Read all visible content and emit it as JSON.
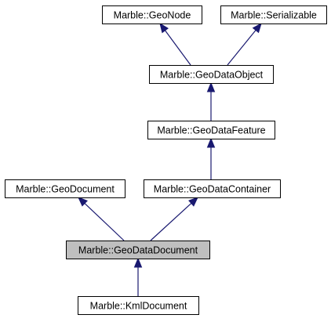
{
  "diagram": {
    "nodes": [
      {
        "id": "geonode",
        "label": "Marble::GeoNode",
        "highlighted": false
      },
      {
        "id": "serializable",
        "label": "Marble::Serializable",
        "highlighted": false
      },
      {
        "id": "geodataobject",
        "label": "Marble::GeoDataObject",
        "highlighted": false
      },
      {
        "id": "geodatafeature",
        "label": "Marble::GeoDataFeature",
        "highlighted": false
      },
      {
        "id": "geodocument",
        "label": "Marble::GeoDocument",
        "highlighted": false
      },
      {
        "id": "geodatacontainer",
        "label": "Marble::GeoDataContainer",
        "highlighted": false
      },
      {
        "id": "geodatadocument",
        "label": "Marble::GeoDataDocument",
        "highlighted": true
      },
      {
        "id": "kmldocument",
        "label": "Marble::KmlDocument",
        "highlighted": false
      }
    ],
    "edges": [
      {
        "from": "geodataobject",
        "to": "geonode"
      },
      {
        "from": "geodataobject",
        "to": "serializable"
      },
      {
        "from": "geodatafeature",
        "to": "geodataobject"
      },
      {
        "from": "geodatacontainer",
        "to": "geodatafeature"
      },
      {
        "from": "geodatadocument",
        "to": "geodocument"
      },
      {
        "from": "geodatadocument",
        "to": "geodatacontainer"
      },
      {
        "from": "kmldocument",
        "to": "geodatadocument"
      }
    ],
    "colors": {
      "edge": "#191970",
      "node_border": "#000000",
      "node_fill": "#ffffff",
      "highlight_fill": "#bfbfbf"
    }
  }
}
